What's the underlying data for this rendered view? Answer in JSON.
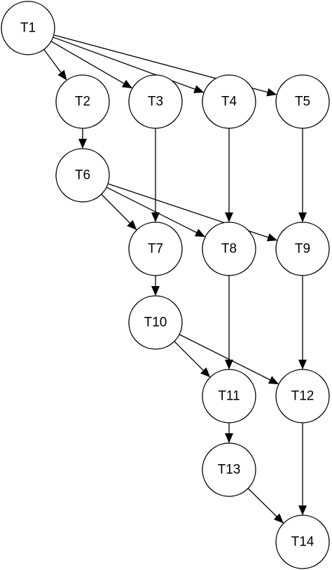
{
  "diagram": {
    "nodes": [
      {
        "id": "T1",
        "label": "T1"
      },
      {
        "id": "T2",
        "label": "T2"
      },
      {
        "id": "T3",
        "label": "T3"
      },
      {
        "id": "T4",
        "label": "T4"
      },
      {
        "id": "T5",
        "label": "T5"
      },
      {
        "id": "T6",
        "label": "T6"
      },
      {
        "id": "T7",
        "label": "T7"
      },
      {
        "id": "T8",
        "label": "T8"
      },
      {
        "id": "T9",
        "label": "T9"
      },
      {
        "id": "T10",
        "label": "T10"
      },
      {
        "id": "T11",
        "label": "T11"
      },
      {
        "id": "T12",
        "label": "T12"
      },
      {
        "id": "T13",
        "label": "T13"
      },
      {
        "id": "T14",
        "label": "T14"
      }
    ],
    "edges": [
      {
        "from": "T1",
        "to": "T2"
      },
      {
        "from": "T1",
        "to": "T3"
      },
      {
        "from": "T1",
        "to": "T4"
      },
      {
        "from": "T1",
        "to": "T5"
      },
      {
        "from": "T2",
        "to": "T6"
      },
      {
        "from": "T3",
        "to": "T7"
      },
      {
        "from": "T4",
        "to": "T8"
      },
      {
        "from": "T5",
        "to": "T9"
      },
      {
        "from": "T6",
        "to": "T7"
      },
      {
        "from": "T6",
        "to": "T8"
      },
      {
        "from": "T6",
        "to": "T9"
      },
      {
        "from": "T7",
        "to": "T10"
      },
      {
        "from": "T8",
        "to": "T11"
      },
      {
        "from": "T9",
        "to": "T12"
      },
      {
        "from": "T10",
        "to": "T11"
      },
      {
        "from": "T10",
        "to": "T12"
      },
      {
        "from": "T11",
        "to": "T13"
      },
      {
        "from": "T12",
        "to": "T14"
      },
      {
        "from": "T13",
        "to": "T14"
      }
    ],
    "colors": {
      "stroke": "#000000",
      "fill": "#ffffff",
      "background": "#ffffff"
    }
  }
}
